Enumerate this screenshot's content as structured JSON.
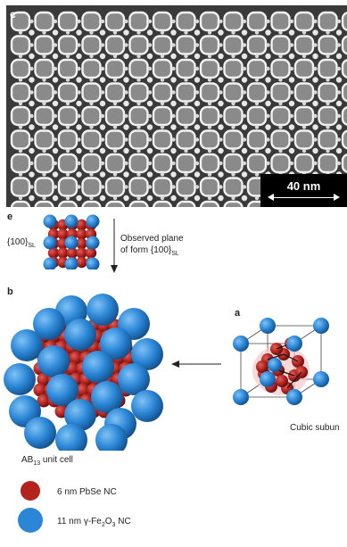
{
  "panels": {
    "c": "c",
    "e": "e",
    "b": "b",
    "a": "a"
  },
  "scale_bar": "40 nm",
  "plane_label": {
    "main": "{100}",
    "sub": "SL"
  },
  "observed_plane": {
    "line1": "Observed plane",
    "line2": "of form {100}",
    "line2_sub": "SL"
  },
  "unit_cell_label": {
    "pre": "AB",
    "sub": "13",
    "post": " unit cell"
  },
  "cubic_label": "Cubic subun",
  "legend": [
    {
      "label": "6 nm PbSe NC",
      "color": "#b5231f"
    },
    {
      "label_pre": "11 nm γ-Fe",
      "sub1": "2",
      "mid": "O",
      "sub2": "3",
      "post": " NC",
      "color": "#2b86d6"
    }
  ],
  "colors": {
    "small_particle": "#b5231f",
    "large_particle": "#2b86d6",
    "micrograph_bg": "#3b3b3b"
  }
}
